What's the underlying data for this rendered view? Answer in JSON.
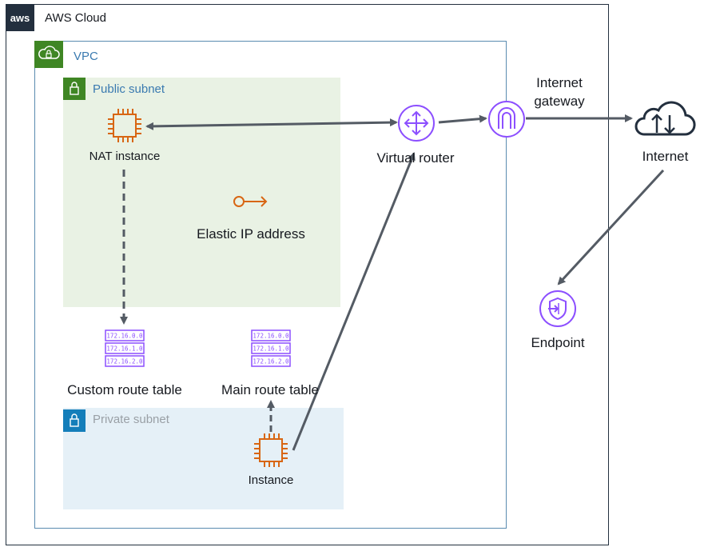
{
  "aws_cloud": {
    "badge": "aws",
    "label": "AWS Cloud"
  },
  "vpc": {
    "label": "VPC"
  },
  "public_subnet": {
    "label": "Public subnet"
  },
  "private_subnet": {
    "label": "Private subnet"
  },
  "nat_instance": {
    "label": "NAT instance"
  },
  "elastic_ip": {
    "label": "Elastic IP address"
  },
  "virtual_router": {
    "label": "Virtual router"
  },
  "internet_gateway": {
    "label_line1": "Internet",
    "label_line2": "gateway"
  },
  "internet": {
    "label": "Internet"
  },
  "endpoint": {
    "label": "Endpoint"
  },
  "custom_route_table": {
    "label": "Custom route table",
    "rows": [
      "172.16.0.0",
      "172.16.1.0",
      "172.16.2.0"
    ]
  },
  "main_route_table": {
    "label": "Main route table",
    "rows": [
      "172.16.0.0",
      "172.16.1.0",
      "172.16.2.0"
    ]
  },
  "instance": {
    "label": "Instance"
  },
  "colors": {
    "aws_dark": "#232f3e",
    "vpc_green": "#3f8624",
    "private_blue": "#147eba",
    "compute_orange": "#d86613",
    "network_purple": "#8c4fff",
    "arrow_gray": "#545b64"
  }
}
